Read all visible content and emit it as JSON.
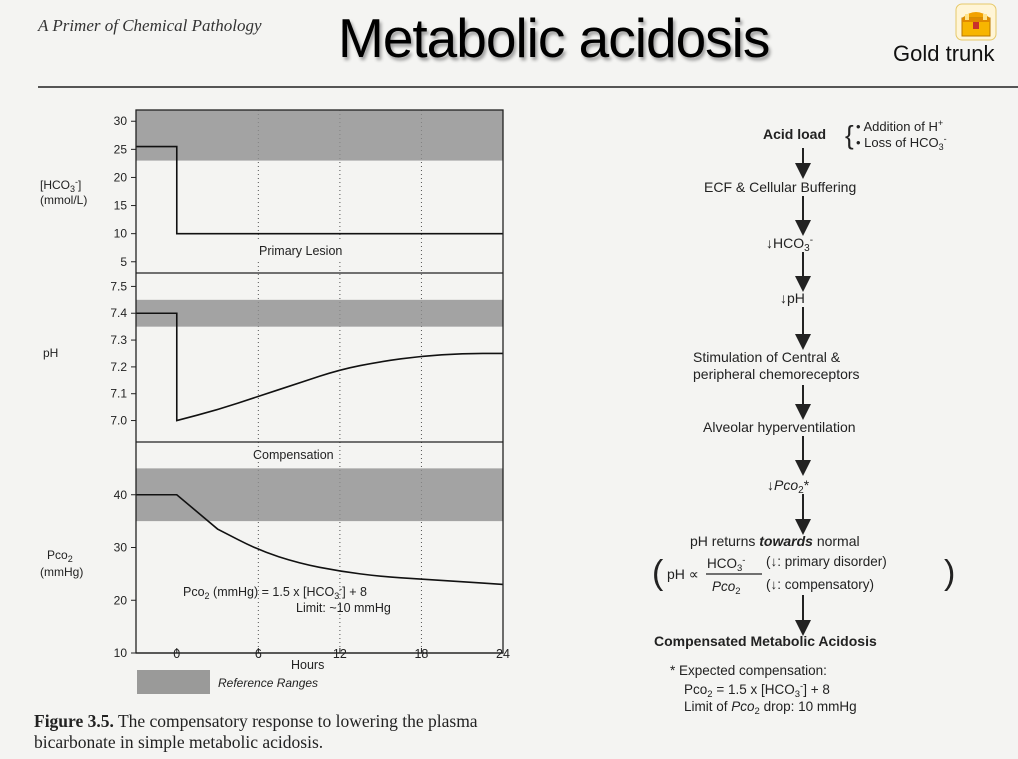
{
  "header": {
    "book_title": "A Primer of Chemical Pathology",
    "slide_title": "Metabolic acidosis",
    "logo_text": "Gold trunk"
  },
  "figure": {
    "panels": {
      "hco3": {
        "ylabel_line1": "[HCO3-]",
        "ylabel_line2": "(mmol/L)",
        "ticks": [
          30,
          25,
          20,
          15,
          10,
          5
        ],
        "ylim": [
          3,
          32
        ],
        "ref_range": [
          23,
          32
        ],
        "label": "Primary Lesion"
      },
      "ph": {
        "ylabel": "pH",
        "ticks": [
          "7.5",
          "7.4",
          "7.3",
          "7.2",
          "7.1",
          "7.0"
        ],
        "ylim": [
          6.92,
          7.55
        ],
        "ref_range": [
          7.35,
          7.45
        ],
        "label": "Compensation"
      },
      "pco2": {
        "ylabel_line1": "Pco2",
        "ylabel_line2": "(mmHg)",
        "ticks": [
          40,
          30,
          20,
          10
        ],
        "ylim": [
          10,
          50
        ],
        "ref_range": [
          35,
          45
        ],
        "formula": "Pco2 (mmHg) = 1.5 x [HCO3-] + 8",
        "limit": "Limit: ~10 mmHg"
      }
    },
    "x_ticks": [
      0,
      6,
      12,
      18,
      24
    ],
    "xlabel": "Hours",
    "legend_label": "Reference Ranges",
    "caption_bold": "Figure 3.5.",
    "caption_text": " The compensatory response to lowering the plasma bicarbonate in simple metabolic acidosis."
  },
  "chart_data": [
    {
      "type": "line",
      "xlabel": "Hours",
      "ylabel": "[HCO3-] (mmol/L)",
      "x": [
        -3,
        0,
        0,
        24
      ],
      "series": [
        {
          "values": [
            25.5,
            25.5,
            10,
            10
          ]
        }
      ],
      "ylim": [
        3,
        32
      ],
      "reference_range": [
        23,
        32
      ]
    },
    {
      "type": "line",
      "ylabel": "pH",
      "x": [
        -3,
        0,
        0,
        3,
        6,
        9,
        12,
        15,
        18,
        21,
        24
      ],
      "series": [
        {
          "values": [
            7.4,
            7.4,
            7.0,
            7.04,
            7.09,
            7.14,
            7.19,
            7.22,
            7.24,
            7.25,
            7.25
          ]
        }
      ],
      "ylim": [
        6.92,
        7.55
      ],
      "reference_range": [
        7.35,
        7.45
      ]
    },
    {
      "type": "line",
      "ylabel": "Pco2 (mmHg)",
      "x": [
        -3,
        0,
        3,
        6,
        9,
        12,
        15,
        18,
        21,
        24
      ],
      "series": [
        {
          "values": [
            40,
            40,
            33.5,
            29.5,
            27,
            25.5,
            24.5,
            24,
            23.5,
            23
          ]
        }
      ],
      "ylim": [
        10,
        50
      ],
      "reference_range": [
        35,
        45
      ]
    }
  ],
  "flowchart": {
    "acid_load": "Acid load",
    "acid_load_causes": [
      "• Addition of H+",
      "• Loss of HCO3-"
    ],
    "steps": [
      "ECF & Cellular Buffering",
      "↓HCO3-",
      "↓pH",
      "Stimulation of Central &",
      "peripheral chemoreceptors",
      "Alveolar hyperventilation",
      "↓Pco2*",
      "pH returns towards normal"
    ],
    "equation": {
      "prefix": "pH ∝",
      "numerator": "HCO3-",
      "denominator": "Pco2",
      "numerator_note": "(↓: primary disorder)",
      "denominator_note": "(↓: compensatory)"
    },
    "result": "Compensated Metabolic Acidosis",
    "footnote_title": "* Expected compensation:",
    "footnote_formula": "Pco2 = 1.5 x [HCO3-] + 8",
    "footnote_limit": "Limit of Pco2 drop: 10 mmHg"
  }
}
